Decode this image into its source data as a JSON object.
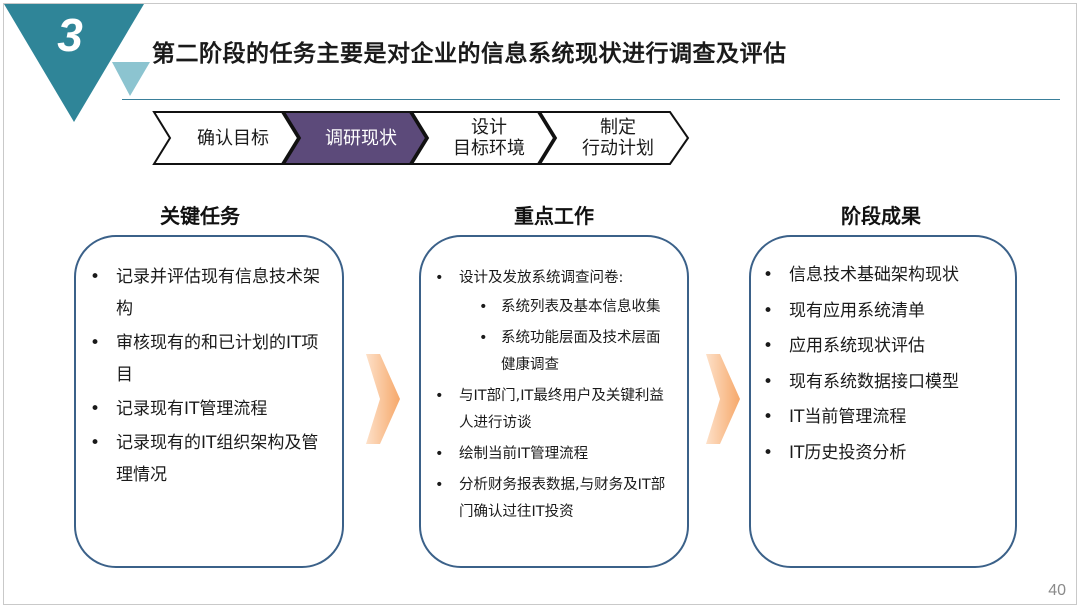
{
  "header": {
    "step_number": "3",
    "title": "第二阶段的任务主要是对企业的信息系统现状进行调查及评估"
  },
  "process": {
    "steps": [
      {
        "lines": [
          "确认目标"
        ],
        "active": false
      },
      {
        "lines": [
          "调研现状"
        ],
        "active": true
      },
      {
        "lines": [
          "设计",
          "目标环境"
        ],
        "active": false
      },
      {
        "lines": [
          "制定",
          "行动计划"
        ],
        "active": false
      }
    ]
  },
  "columns": {
    "key_tasks": {
      "heading": "关键任务",
      "items": [
        "记录并评估现有信息技术架构",
        "审核现有的和已计划的IT项目",
        "记录现有IT管理流程",
        "记录现有的IT组织架构及管理情况"
      ]
    },
    "focus_work": {
      "heading": "重点工作",
      "items": [
        {
          "text": "设计及发放系统调查问卷:",
          "sub": [
            "系统列表及基本信息收集",
            "系统功能层面及技术层面健康调查"
          ]
        },
        {
          "text": "与IT部门,IT最终用户及关键利益人进行访谈",
          "sub": []
        },
        {
          "text": "绘制当前IT管理流程",
          "sub": []
        },
        {
          "text": "分析财务报表数据,与财务及IT部门确认过往IT投资",
          "sub": []
        }
      ]
    },
    "results": {
      "heading": "阶段成果",
      "items": [
        "信息技术基础架构现状",
        "现有应用系统清单",
        "应用系统现状评估",
        "现有系统数据接口模型",
        "IT当前管理流程",
        "IT历史投资分析"
      ]
    }
  },
  "footer": {
    "page_number": "40"
  },
  "colors": {
    "teal_dark": "#2f8598",
    "teal_light": "#8cc4d0",
    "active_step": "#5c4a7a",
    "box_border": "#3b6189",
    "arrow_orange": "#f6b37f"
  }
}
